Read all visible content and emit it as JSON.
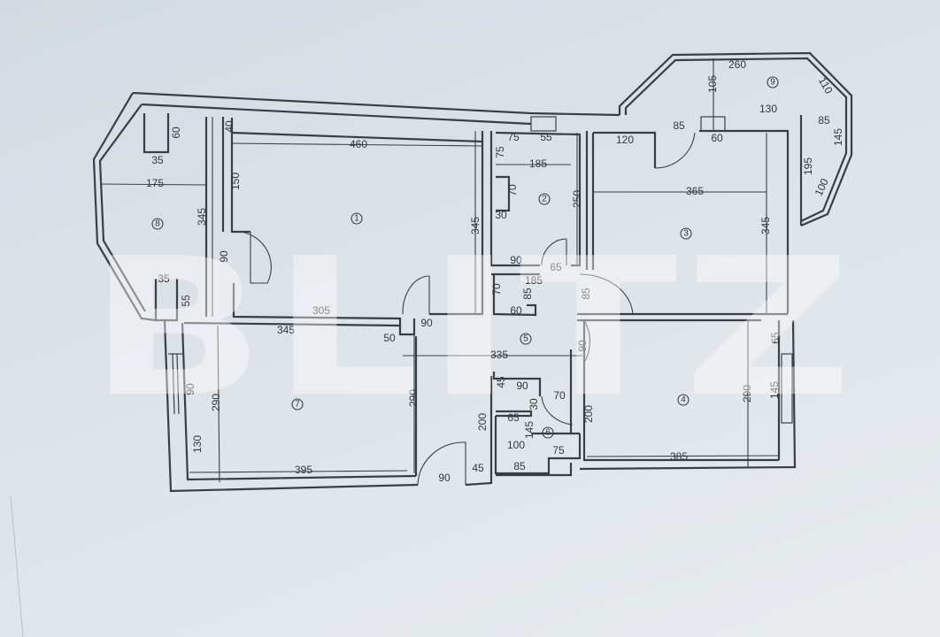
{
  "plan": {
    "rooms": [
      "1",
      "2",
      "3",
      "4",
      "5",
      "6",
      "7",
      "8",
      "9"
    ],
    "dimensions": [
      "35",
      "60",
      "40",
      "460",
      "175",
      "150",
      "345",
      "345",
      "90",
      "35",
      "55",
      "305",
      "345",
      "50",
      "90",
      "75",
      "55",
      "75",
      "185",
      "70",
      "30",
      "250",
      "90",
      "65",
      "185",
      "70",
      "85",
      "85",
      "60",
      "260",
      "105",
      "110",
      "85",
      "130",
      "85",
      "145",
      "120",
      "60",
      "365",
      "195",
      "100",
      "345",
      "335",
      "90",
      "90",
      "290",
      "290",
      "45",
      "90",
      "70",
      "30",
      "200",
      "65",
      "145",
      "100",
      "75",
      "85",
      "45",
      "200",
      "290",
      "65",
      "145",
      "385",
      "130",
      "395",
      "90"
    ]
  },
  "watermark": "BLITZ",
  "colors": {
    "paper": "#dde3e8",
    "lines": "#3a3f44"
  }
}
